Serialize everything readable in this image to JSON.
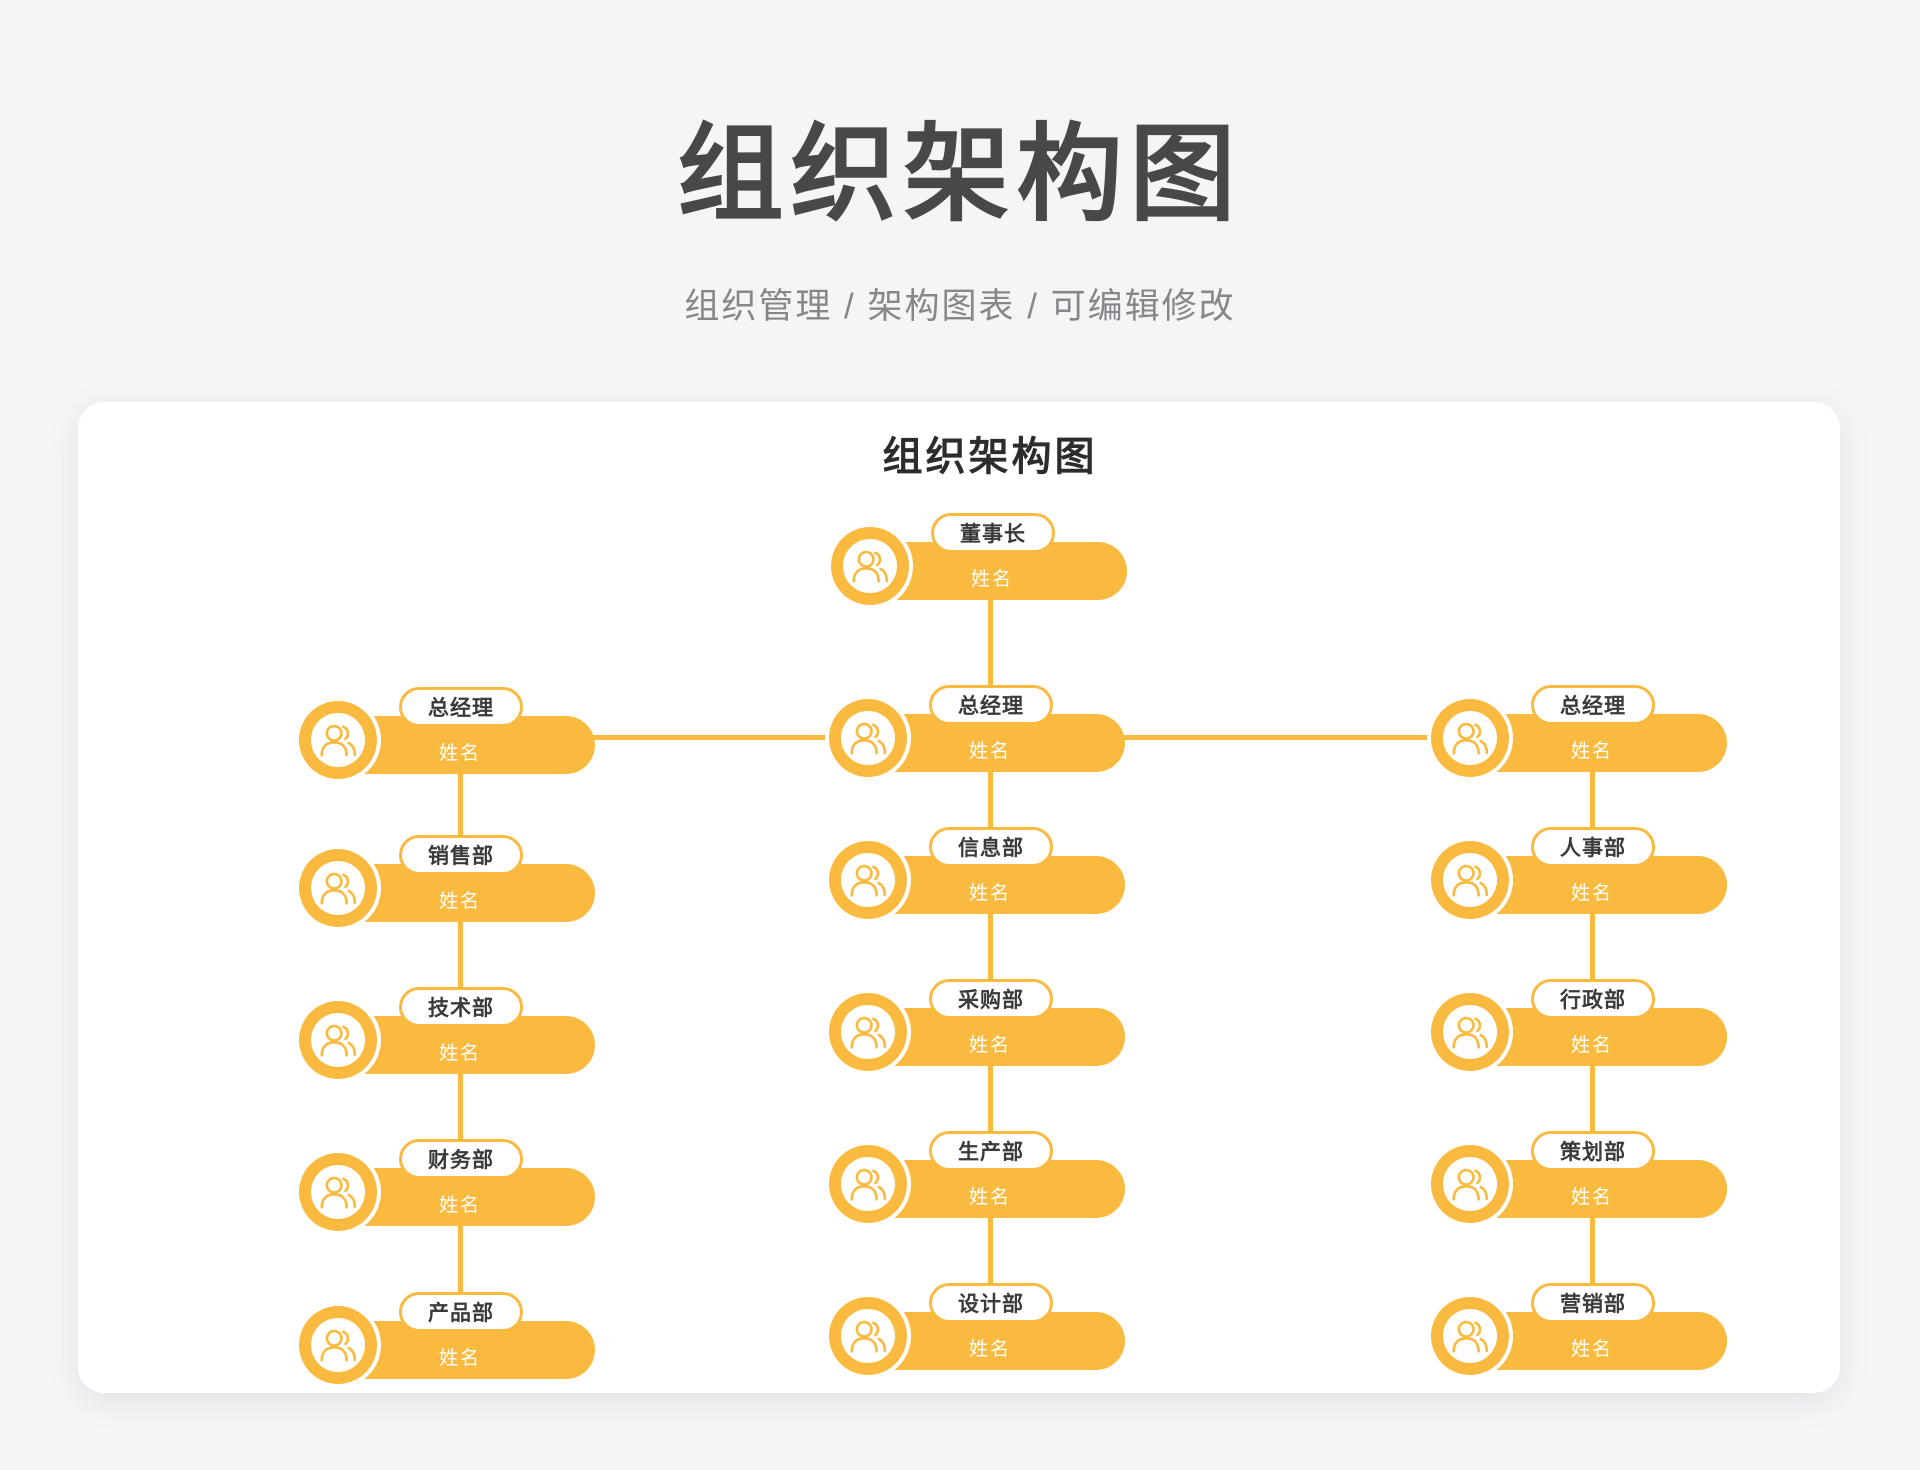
{
  "header": {
    "title": "组织架构图",
    "subtitle": "组织管理 / 架构图表 / 可编辑修改"
  },
  "chart": {
    "title": "组织架构图",
    "accent_color": "#f9ba3f",
    "card_background": "#ffffff",
    "page_background": "#f4f5f7",
    "chairman": {
      "title": "董事长",
      "name": "姓名"
    },
    "general_managers": [
      {
        "title": "总经理",
        "name": "姓名"
      },
      {
        "title": "总经理",
        "name": "姓名"
      },
      {
        "title": "总经理",
        "name": "姓名"
      }
    ],
    "columns": [
      {
        "departments": [
          {
            "title": "销售部",
            "name": "姓名"
          },
          {
            "title": "技术部",
            "name": "姓名"
          },
          {
            "title": "财务部",
            "name": "姓名"
          },
          {
            "title": "产品部",
            "name": "姓名"
          }
        ]
      },
      {
        "departments": [
          {
            "title": "信息部",
            "name": "姓名"
          },
          {
            "title": "采购部",
            "name": "姓名"
          },
          {
            "title": "生产部",
            "name": "姓名"
          },
          {
            "title": "设计部",
            "name": "姓名"
          }
        ]
      },
      {
        "departments": [
          {
            "title": "人事部",
            "name": "姓名"
          },
          {
            "title": "行政部",
            "name": "姓名"
          },
          {
            "title": "策划部",
            "name": "姓名"
          },
          {
            "title": "营销部",
            "name": "姓名"
          }
        ]
      }
    ]
  }
}
